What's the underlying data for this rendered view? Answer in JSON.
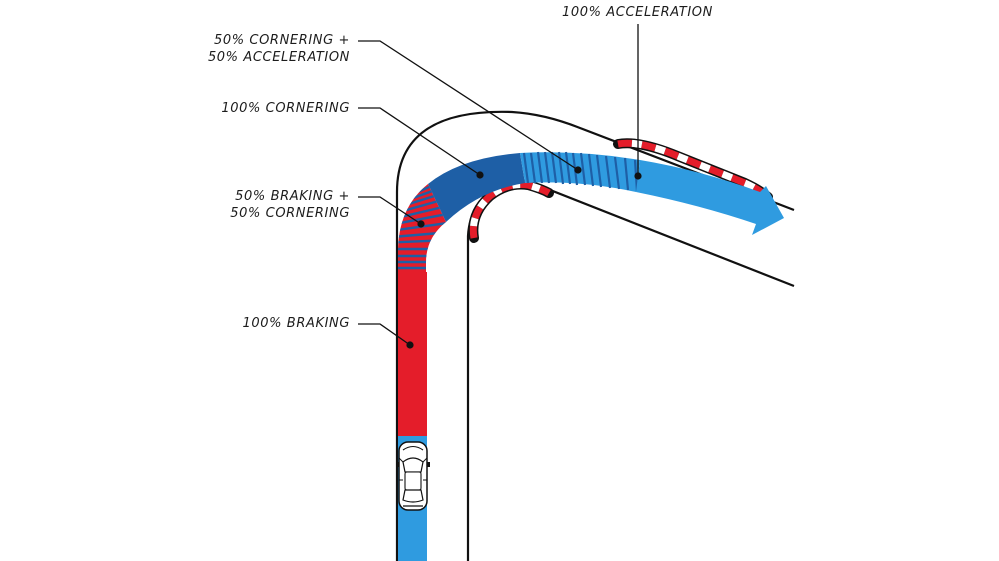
{
  "diagram": {
    "labels": {
      "acceleration_full": "100% ACCELERATION",
      "cornering_acceleration_line1": "50% CORNERING +",
      "cornering_acceleration_line2": "50% ACCELERATION",
      "cornering_full": "100% CORNERING",
      "braking_cornering_line1": "50% BRAKING +",
      "braking_cornering_line2": "50% CORNERING",
      "braking_full": "100% BRAKING"
    },
    "colors": {
      "braking": "#e41d2a",
      "cornering": "#1e5fa6",
      "acceleration": "#2f9be0",
      "track_edge": "#111111",
      "kerb_red": "#e41d2a",
      "kerb_white": "#ffffff"
    },
    "icons": [
      "car-icon"
    ]
  }
}
